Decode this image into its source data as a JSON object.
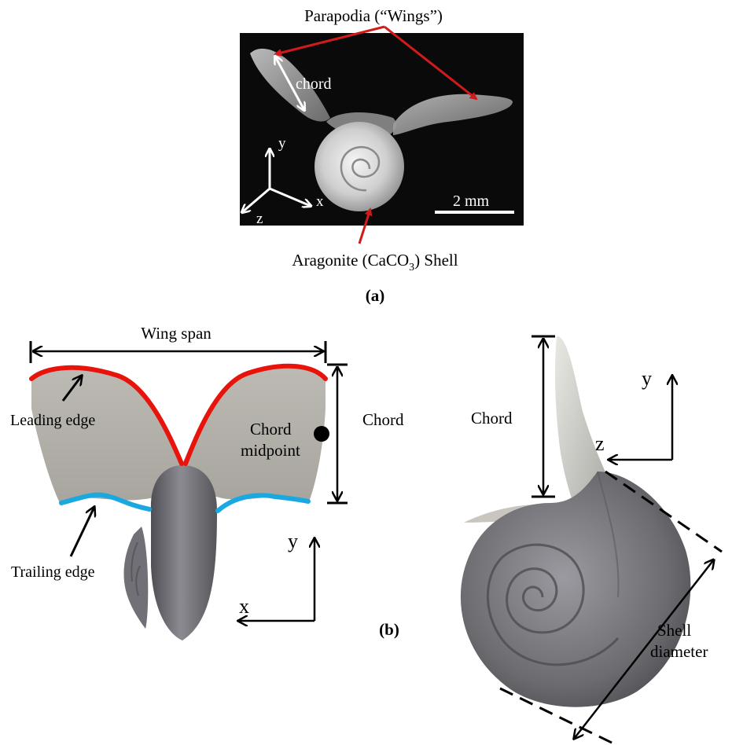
{
  "panel_a": {
    "top_label": "Parapodia (“Wings”)",
    "chord_label": "chord",
    "axis_y": "y",
    "axis_x": "x",
    "axis_z": "z",
    "scale_label": "2 mm",
    "shell_label_pre": "Aragonite (CaCO",
    "shell_label_sub": "3",
    "shell_label_post": ") Shell",
    "caption": "(a)"
  },
  "panel_b_left": {
    "wing_span": "Wing span",
    "leading_edge": "Leading edge",
    "trailing_edge": "Trailing edge",
    "chord": "Chord",
    "chord_midpoint_1": "Chord",
    "chord_midpoint_2": "midpoint",
    "axis_y": "y",
    "axis_x": "x"
  },
  "panel_b_right": {
    "chord": "Chord",
    "axis_y": "y",
    "axis_z": "z",
    "shell_diameter_1": "Shell",
    "shell_diameter_2": "diameter"
  },
  "caption_b": "(b)",
  "colors": {
    "leading_edge": "#e8140c",
    "trailing_edge": "#1aa8e0",
    "photo_bg": "#0a0a0a",
    "annotation_arrow": "#d21a1a",
    "wing_fill": "#b9b6b0",
    "shell_fill": "#6e6e73"
  }
}
